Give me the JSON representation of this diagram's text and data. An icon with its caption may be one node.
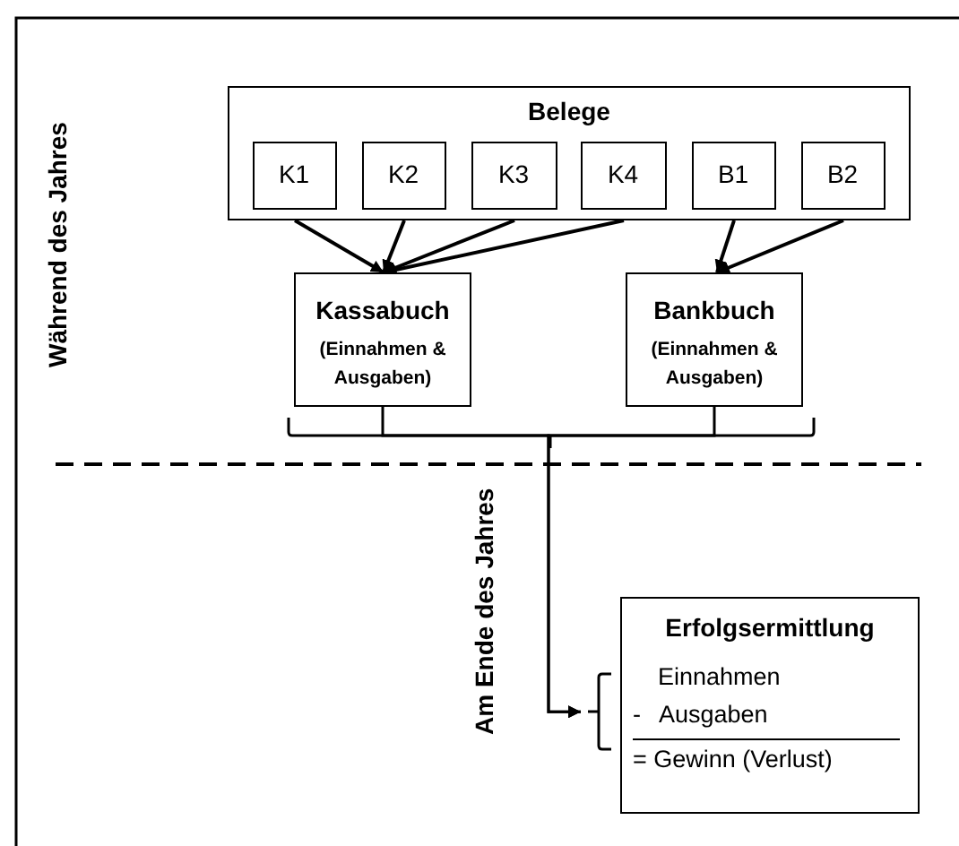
{
  "diagram": {
    "nodes": [
      {
        "text": [
          "Belege"
        ]
      },
      {
        "text": [
          "K1"
        ],
        "in": 0
      },
      {
        "text": [
          "K2"
        ],
        "in": 0
      },
      {
        "text": [
          "K3"
        ],
        "in": 0
      },
      {
        "text": [
          "K4"
        ],
        "in": 0
      },
      {
        "text": [
          "B1"
        ],
        "in": 0
      },
      {
        "text": [
          "B2"
        ],
        "in": 0
      },
      {
        "text": [
          "Kassabuch",
          "(Einnahmen & Ausgaben)"
        ]
      },
      {
        "text": [
          "Bankbuch",
          "(Einnahmen & Ausgaben)"
        ]
      },
      {
        "text": [
          "Erfolgsermittlung",
          "Einnahmen",
          "- Ausgaben",
          "= Gewinn (Verlust)"
        ]
      }
    ],
    "edges": [
      {
        "from": 1,
        "to": 7,
        "arrow": "to"
      },
      {
        "from": 2,
        "to": 7,
        "arrow": "to"
      },
      {
        "from": 3,
        "to": 7,
        "arrow": "to"
      },
      {
        "from": 4,
        "to": 7,
        "arrow": "to"
      },
      {
        "from": 5,
        "to": 8,
        "arrow": "to"
      },
      {
        "from": 6,
        "to": 8,
        "arrow": "to"
      },
      {
        "from": 7,
        "to": 9,
        "arrow": "to"
      },
      {
        "from": 8,
        "to": 9,
        "arrow": "to"
      }
    ],
    "labels": [
      "Während des Jahres",
      "Am Ende des Jahres"
    ]
  }
}
